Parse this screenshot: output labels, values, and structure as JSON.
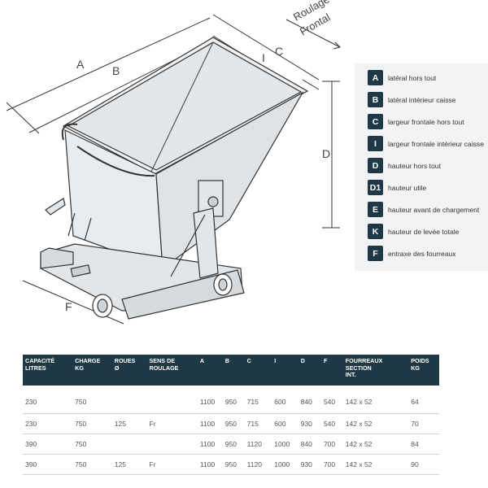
{
  "drawing": {
    "labels": {
      "A": "A",
      "B": "B",
      "C": "C",
      "I": "I",
      "D": "D",
      "F": "F"
    },
    "direction_line1": "Roulage",
    "direction_line2": "Frontal",
    "line_color": "#333333",
    "fill_color": "#e9ecee"
  },
  "legend": {
    "badge_color": "#1e3846",
    "items": [
      {
        "code": "A",
        "text": "latéral hors tout"
      },
      {
        "code": "B",
        "text": "latéral intérieur caisse"
      },
      {
        "code": "C",
        "text": "largeur frontale hors tout"
      },
      {
        "code": "I",
        "text": "largeur frontale intérieur caisse"
      },
      {
        "code": "D",
        "text": "hauteur hors tout"
      },
      {
        "code": "D1",
        "text": "hauteur utile"
      },
      {
        "code": "E",
        "text": "hauteur avant de chargement"
      },
      {
        "code": "K",
        "text": "hauteur de levée totale"
      },
      {
        "code": "F",
        "text": "entraxe des fourreaux"
      }
    ]
  },
  "table": {
    "header_color": "#1e3846",
    "headers": [
      "CAPACITÉ\nLITRES",
      "CHARGE\nKG",
      "ROUES\nØ",
      "SENS DE\nROULAGE",
      "A",
      "B",
      "C",
      "I",
      "D",
      "F",
      "FOURREAUX SECTION\nINT.",
      "POIDS\nKG"
    ],
    "rows": [
      [
        "230",
        "750",
        "",
        "",
        "1100",
        "950",
        "715",
        "600",
        "840",
        "540",
        "142 x 52",
        "64"
      ],
      [
        "230",
        "750",
        "125",
        "Fr",
        "1100",
        "950",
        "715",
        "600",
        "930",
        "540",
        "142 x 52",
        "70"
      ],
      [
        "390",
        "750",
        "",
        "",
        "1100",
        "950",
        "1120",
        "1000",
        "840",
        "700",
        "142 x 52",
        "84"
      ],
      [
        "390",
        "750",
        "125",
        "Fr",
        "1100",
        "950",
        "1120",
        "1000",
        "930",
        "700",
        "142 x 52",
        "90"
      ]
    ]
  }
}
